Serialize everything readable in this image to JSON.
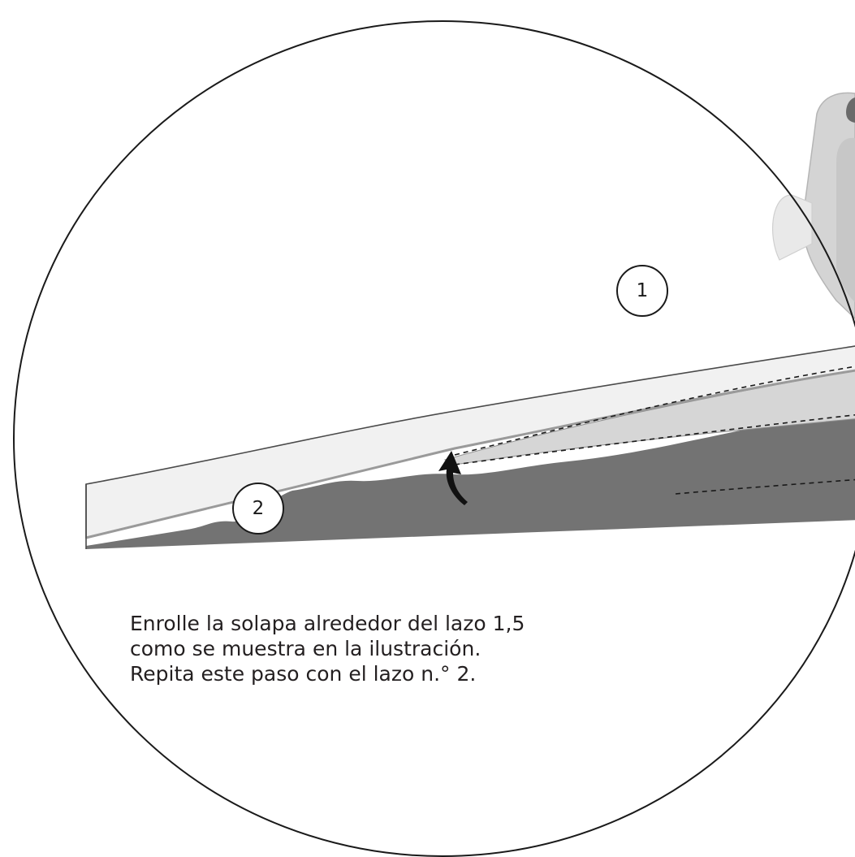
{
  "callouts": {
    "first": "1",
    "second": "2"
  },
  "instructions": [
    "Enrolle la solapa alrededor del lazo 1,5",
    "como se muestra en la ilustración.",
    "Repita este paso con el lazo n.° 2."
  ],
  "colors": {
    "outline": "#1a1a1a",
    "flap_light": "#efefef",
    "flap_mid": "#cfcfcf",
    "flap_dark": "#737373",
    "product": "#d9d9d9",
    "text": "#231f20"
  },
  "icons": [
    "fold-arrow-icon",
    "dashed-seam-lines"
  ]
}
